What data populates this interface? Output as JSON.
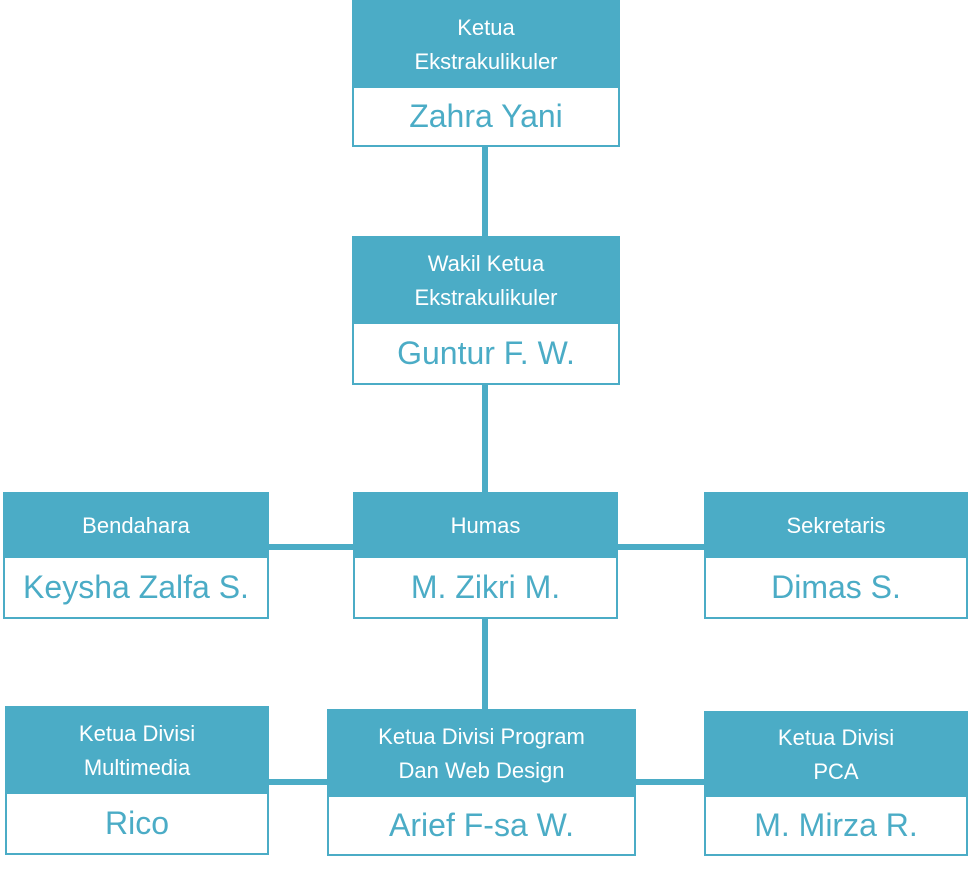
{
  "colors": {
    "accent": "#4BACC6",
    "background": "#ffffff",
    "role_text": "#ffffff"
  },
  "nodes": {
    "ketua": {
      "role": "Ketua\nEkstrakulikuler",
      "name": "Zahra Yani"
    },
    "wakil": {
      "role": "Wakil Ketua\nEkstrakulikuler",
      "name": "Guntur F. W."
    },
    "bendahara": {
      "role": "Bendahara",
      "name": "Keysha Zalfa S."
    },
    "humas": {
      "role": "Humas",
      "name": "M. Zikri M."
    },
    "sekretaris": {
      "role": "Sekretaris",
      "name": "Dimas S."
    },
    "multimedia": {
      "role": "Ketua Divisi\nMultimedia",
      "name": "Rico"
    },
    "program": {
      "role": "Ketua Divisi Program\nDan Web Design",
      "name": "Arief F-sa W."
    },
    "pca": {
      "role": "Ketua Divisi\nPCA",
      "name": "M. Mirza R."
    }
  }
}
